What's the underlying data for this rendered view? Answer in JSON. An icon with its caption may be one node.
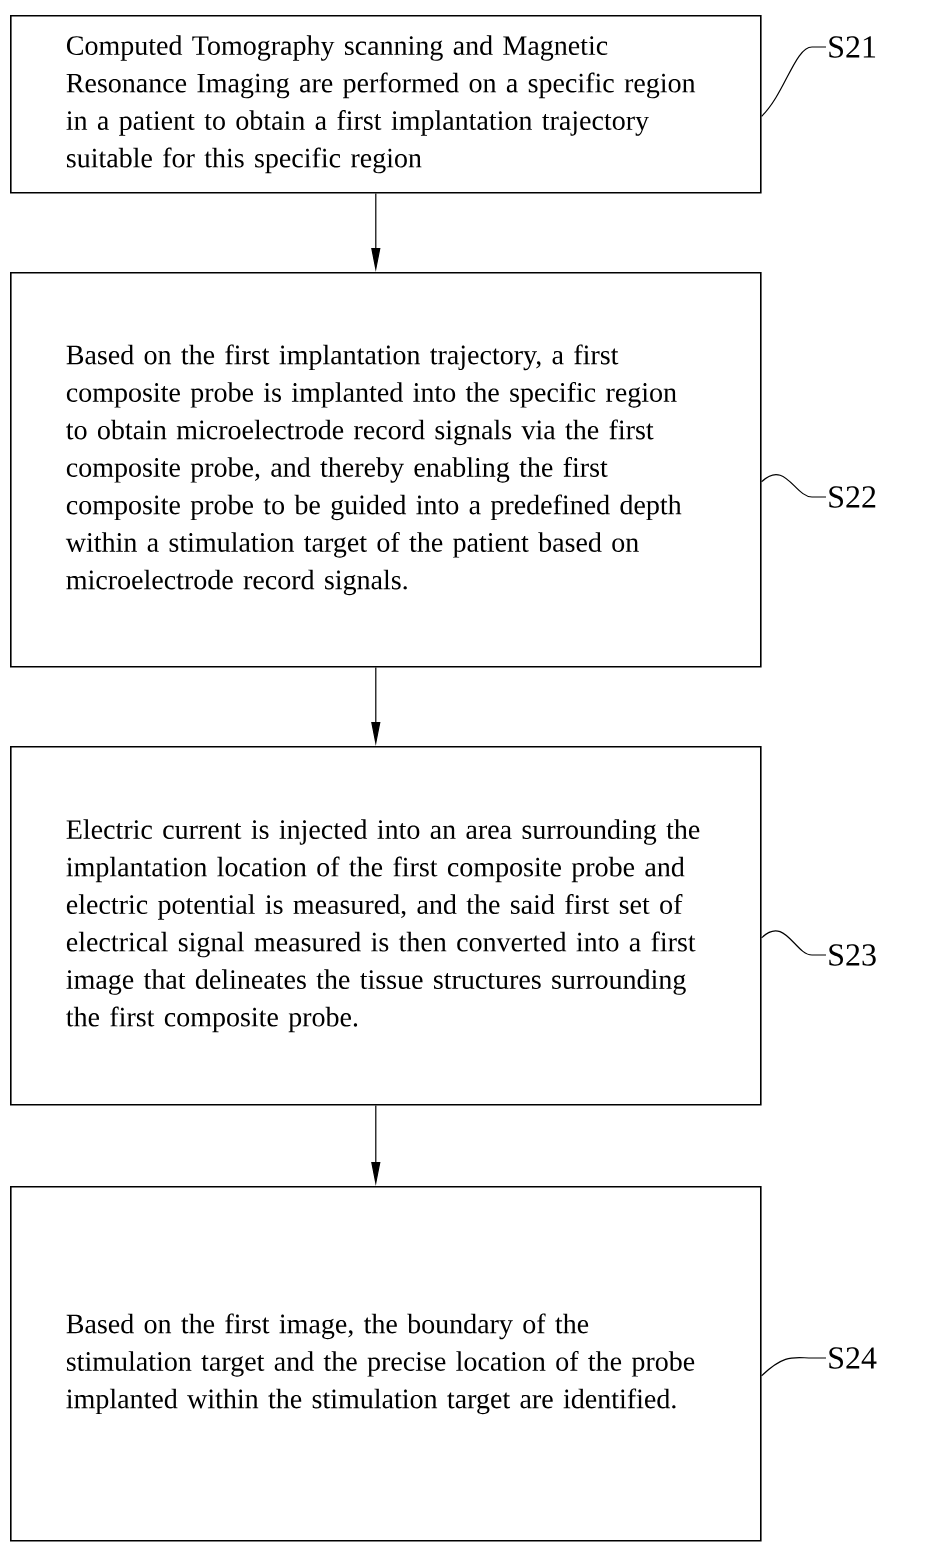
{
  "diagram": {
    "nodes": [
      {
        "text": [
          "Computed Tomography scanning and Magnetic Resonance Imaging are performed on a specific region in a patient to obtain a first implantation trajectory suitable for this specific region"
        ]
      },
      {
        "text": [
          "Based on the first implantation trajectory, a first composite probe is implanted into the specific region to obtain microelectrode record signals via the first composite probe, and thereby enabling the first composite probe to be guided into a predefined depth within a stimulation target of the patient based on microelectrode record signals."
        ]
      },
      {
        "text": [
          "Electric current is injected into an area surrounding the implantation location of the first composite probe and electric potential is measured, and the said first set of electrical signal measured is then converted into a first image that delineates the tissue structures surrounding the first composite probe."
        ]
      },
      {
        "text": [
          "Based on the first image, the boundary of the stimulation target and the precise location of the probe implanted within the stimulation target are identified."
        ]
      },
      {
        "text": [
          "S21"
        ]
      },
      {
        "text": [
          "S22"
        ]
      },
      {
        "text": [
          "S23"
        ]
      },
      {
        "text": [
          "S24"
        ]
      }
    ],
    "edges": [
      {
        "from": 0,
        "to": 1,
        "arrow": "to"
      },
      {
        "from": 1,
        "to": 2,
        "arrow": "to"
      },
      {
        "from": 2,
        "to": 3,
        "arrow": "to"
      },
      {
        "from": 0,
        "to": 4,
        "arrow": "none"
      },
      {
        "from": 1,
        "to": 5,
        "arrow": "none"
      },
      {
        "from": 2,
        "to": 6,
        "arrow": "none"
      },
      {
        "from": 3,
        "to": 7,
        "arrow": "none"
      }
    ]
  }
}
